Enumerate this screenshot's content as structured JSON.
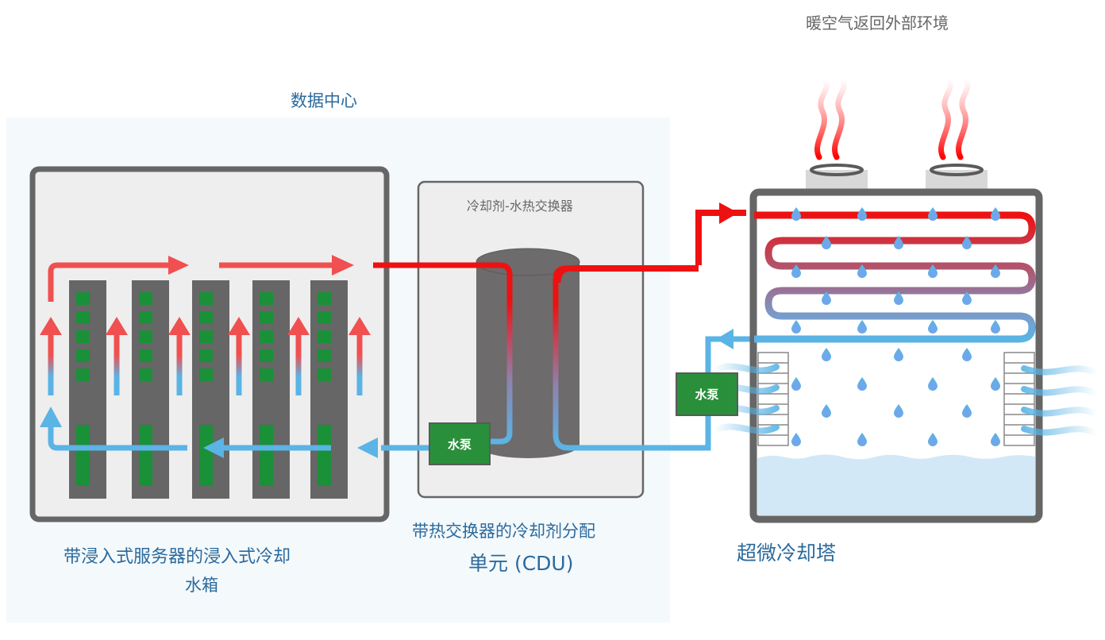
{
  "title": "数据中心浸入式冷却系统示意图",
  "labels": {
    "data_center": "数据中心",
    "warm_air": "暖空气返回外部环境",
    "heat_exchanger": "冷却剂-水热交换器",
    "tank_line1": "带浸入式服务器的浸入式冷却",
    "tank_line2": "水箱",
    "cdu_line1": "带热交换器的冷却剂分配",
    "cdu_line2": "单元 (CDU)",
    "cooling_tower": "超微冷却塔"
  },
  "pumps": [
    {
      "id": "cdu-pump",
      "label": "水泵"
    },
    {
      "id": "tower-pump",
      "label": "水泵"
    }
  ],
  "components": {
    "servers": 5,
    "server_indicator_leds": 5
  },
  "colors": {
    "hot": "#ee1111",
    "hot_light": "#f05050",
    "cold": "#5ab4e5",
    "mid": "#9a7aa0",
    "frame": "#666666",
    "panel": "#eeeeee",
    "datacenter_bg": "#f4f9fc",
    "server": "#666666",
    "led": "#1a9038",
    "pump": "#2a8f3a",
    "label_blue": "#2b6a9c",
    "label_gray": "#666666",
    "water": "#d3e8f6"
  }
}
